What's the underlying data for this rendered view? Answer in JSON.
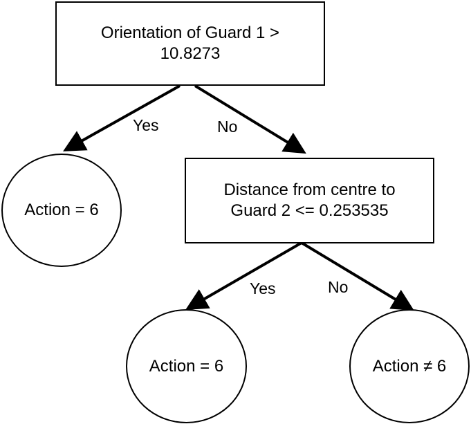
{
  "root": {
    "line1": "Orientation of Guard 1 >",
    "line2": "10.8273"
  },
  "decision": {
    "line1": "Distance from centre to",
    "line2": "Guard 2 <= 0.253535"
  },
  "leaf_left": {
    "label": "Action = 6"
  },
  "leaf_mid": {
    "label": "Action = 6"
  },
  "leaf_right": {
    "label": "Action ≠ 6"
  },
  "edges": {
    "root_yes": "Yes",
    "root_no": "No",
    "decision_yes": "Yes",
    "decision_no": "No"
  }
}
